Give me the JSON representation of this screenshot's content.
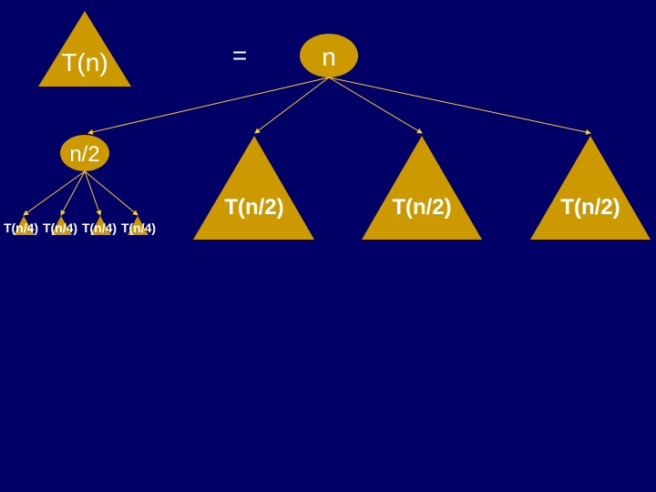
{
  "colors": {
    "background": "#000066",
    "node_fill": "#CC9900",
    "edge_stroke": "#FFCC33",
    "text_light": "#FFFFFF"
  },
  "lhs": {
    "label": "T(n)"
  },
  "equals": "=",
  "root": {
    "label": "n"
  },
  "child_node": {
    "label": "n/2"
  },
  "subtrees": [
    {
      "label": "T(n/2)"
    },
    {
      "label": "T(n/2)"
    },
    {
      "label": "T(n/2)"
    }
  ],
  "leaves": [
    {
      "label": "T(n/4)"
    },
    {
      "label": "T(n/4)"
    },
    {
      "label": "T(n/4)"
    },
    {
      "label": "T(n/4)"
    }
  ]
}
